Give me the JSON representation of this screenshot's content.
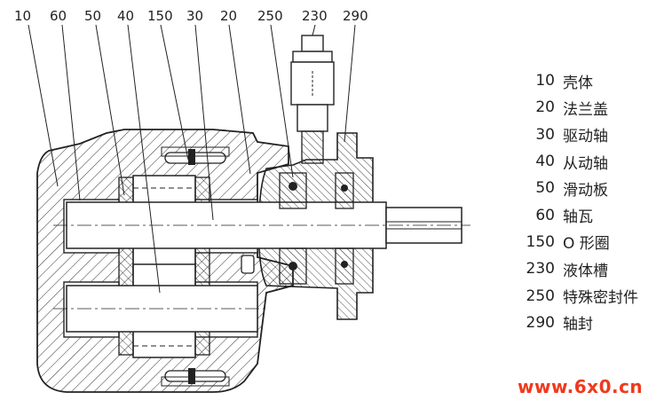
{
  "callouts": [
    {
      "num": "10"
    },
    {
      "num": "60"
    },
    {
      "num": "50"
    },
    {
      "num": "40"
    },
    {
      "num": "150"
    },
    {
      "num": "30"
    },
    {
      "num": "20"
    },
    {
      "num": "250"
    },
    {
      "num": "230"
    },
    {
      "num": "290"
    }
  ],
  "legend": [
    {
      "num": "10",
      "name": "壳体"
    },
    {
      "num": "20",
      "name": "法兰盖"
    },
    {
      "num": "30",
      "name": "驱动轴"
    },
    {
      "num": "40",
      "name": "从动轴"
    },
    {
      "num": "50",
      "name": "滑动板"
    },
    {
      "num": "60",
      "name": "轴瓦"
    },
    {
      "num": "150",
      "name": "O 形圈"
    },
    {
      "num": "230",
      "name": "液体槽"
    },
    {
      "num": "250",
      "name": "特殊密封件"
    },
    {
      "num": "290",
      "name": "轴封"
    }
  ],
  "watermark": "www.6x0.cn"
}
